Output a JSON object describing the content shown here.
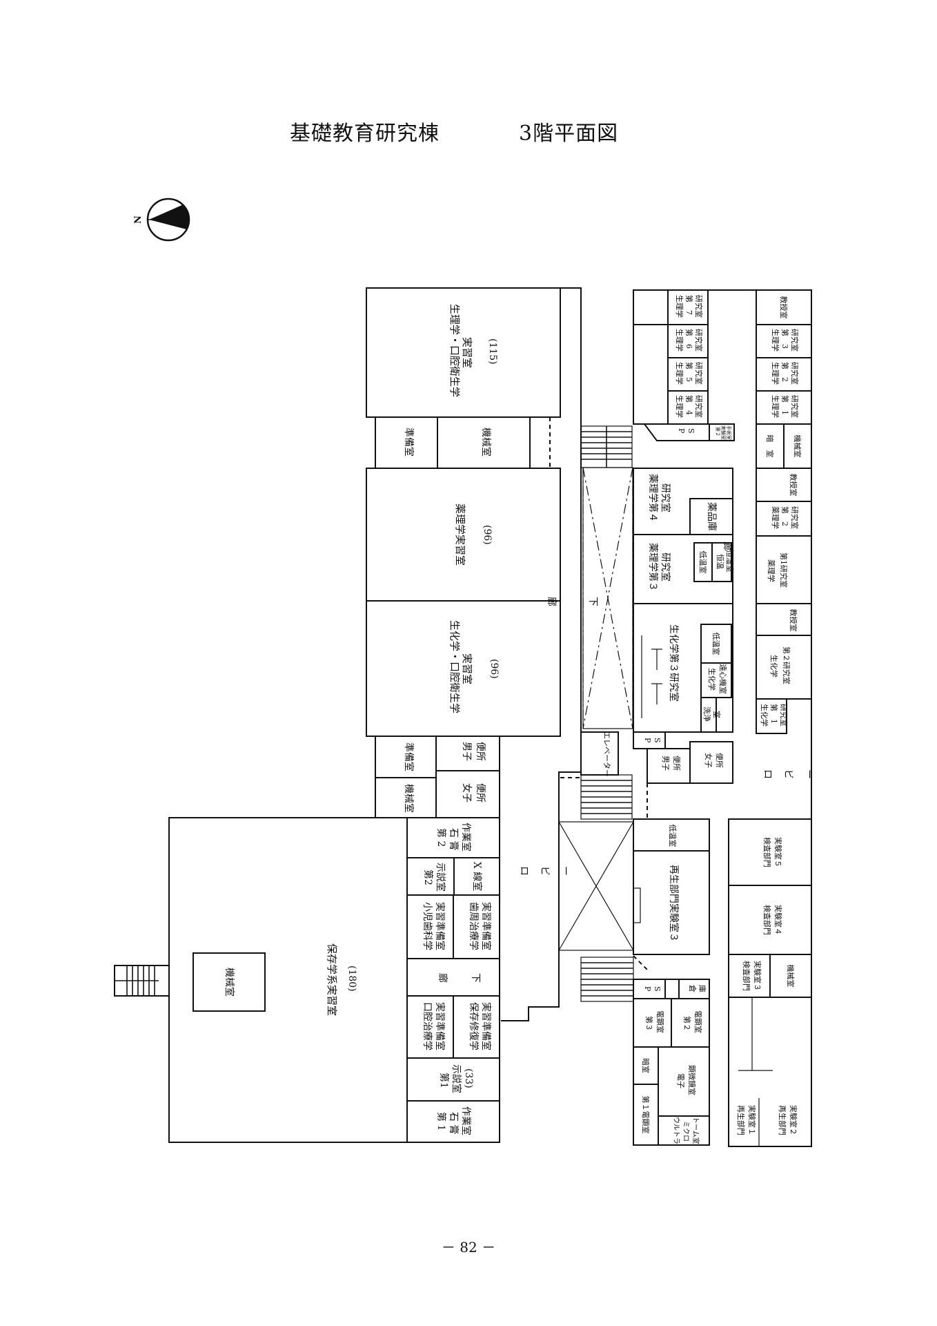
{
  "title": {
    "building": "基礎教育研究棟",
    "floor": "3階平面図"
  },
  "page_number": "－ 82 －",
  "compass": {
    "letter": "N"
  },
  "rooms": {
    "seiri_kokueisei": {
      "line1": "生理学・口腔衛生学",
      "line2": "実習室",
      "cap": "(115)"
    },
    "junbi_top": "準備室",
    "kikai_top": "機械室",
    "yakuri_jisshu": {
      "line1": "薬理学実習室",
      "cap": "(96)"
    },
    "seika_kokueisei": {
      "line1": "生化学・口腔衛生学",
      "line2": "実習室",
      "cap": "(96)"
    },
    "junbi_mid": "準備室",
    "kikai_mid": "機械室",
    "danshi_benjo_l": {
      "line1": "男子",
      "line2": "便所"
    },
    "joshi_benjo_l": {
      "line1": "女子",
      "line2": "便所"
    },
    "sekko2": {
      "line1": "第 2",
      "line2": "石 膏",
      "line3": "作業室"
    },
    "jiden2": {
      "line1": "第2",
      "line2": "示説室"
    },
    "xsen": "X 線室",
    "shoni": {
      "line1": "小児歯科学",
      "line2": "実習準備室"
    },
    "shishu": {
      "line1": "歯周治療学",
      "line2": "実習準備室"
    },
    "rouka_l": {
      "line1": "廊",
      "line2": "下"
    },
    "koku_chiryo": {
      "line1": "口腔治療学",
      "line2": "実習準備室"
    },
    "hozon_shufuku": {
      "line1": "保存修復学",
      "line2": "実習準備室"
    },
    "jiden1": {
      "line1": "第1",
      "line2": "示説室",
      "line3": "(33)"
    },
    "sekko1": {
      "line1": "第 1",
      "line2": "石 膏",
      "line3": "作業室"
    },
    "hozon_jisshu": {
      "line1": "保存学系実習室",
      "cap": "(180)"
    },
    "kikai_big": "機械室",
    "lobby_left": {
      "line1": "ロ",
      "line2": "ビ",
      "line3": "ー"
    },
    "rouka_center": {
      "line1": "廊",
      "line2": "下"
    },
    "elevator": "エレベーター",
    "seiri7": {
      "line1": "生理学",
      "line2": "第　7",
      "line3": "研究室"
    },
    "seiri6": {
      "line1": "生理学",
      "line2": "第　6",
      "line3": "研究室"
    },
    "seiri5": {
      "line1": "生理学",
      "line2": "第　5",
      "line3": "研究室"
    },
    "seiri4": {
      "line1": "生理学",
      "line2": "第　4",
      "line3": "研究室"
    },
    "ps_top": {
      "line1": "P",
      "line2": "S"
    },
    "jikken_small": {
      "line1": "第２",
      "line2": "実験室",
      "line3": "手術室"
    },
    "kyoju_seiri": "教授室",
    "seiri3": {
      "line1": "生理学",
      "line2": "第　3",
      "line3": "研究室"
    },
    "seiri2": {
      "line1": "生理学",
      "line2": "第　2",
      "line3": "研究室"
    },
    "seiri1": {
      "line1": "生理学",
      "line2": "第　1",
      "line3": "研究室"
    },
    "anshitsu_r": "暗　室",
    "kikai_r": "機械室",
    "kyoju_yakuri": "教授室",
    "yakuri2": {
      "line1": "薬理学",
      "line2": "第　2",
      "line3": "研究室"
    },
    "yakuri4": {
      "line1": "薬理学第４",
      "line2": "研究室"
    },
    "yakuhin": "薬品庫",
    "yakuri3": {
      "line1": "薬理学第３",
      "line2": "研究室"
    },
    "teion_yakuri": "低温室",
    "koon": {
      "line1": "恒温",
      "line2": "恒湿室"
    },
    "rouka_r": {
      "line1": "廊",
      "line2": "下"
    },
    "yakuri1": {
      "line1": "薬理学",
      "line2": "第1研究室"
    },
    "kyoju_seika": "教授室",
    "seika3": "生化学第３研究室",
    "teion_seika": "低温室",
    "seika_enshin": {
      "line1": "生化学",
      "line2": "遠心機室"
    },
    "senjo": {
      "line1": "洗浄",
      "line2": "室"
    },
    "seika2": {
      "line1": "生化学",
      "line2": "第２研究室"
    },
    "seika1": {
      "line1": "生化学",
      "line2": "第　1",
      "line3": "研究室"
    },
    "ps_mid": {
      "line1": "P",
      "line2": "S"
    },
    "danshi_benjo_r": {
      "line1": "男子",
      "line2": "便所"
    },
    "joshi_benjo_r": {
      "line1": "女子",
      "line2": "便所"
    },
    "lobby_right": {
      "line1": "ロ",
      "line2": "ビ",
      "line3": "ー"
    },
    "teion_saisei": "低温室",
    "saisei3": "再生部門実験室３",
    "kensa5": {
      "line1": "検査部門",
      "line2": "実験室５"
    },
    "kensa4": {
      "line1": "検査部門",
      "line2": "実験室４"
    },
    "kensa3": {
      "line1": "検査部門",
      "line2": "実験室３"
    },
    "kikai_kensa": "機械室",
    "ps_bot": {
      "line1": "P",
      "line2": "S"
    },
    "souko": {
      "line1": "倉",
      "line2": "庫"
    },
    "denken3": {
      "line1": "第３",
      "line2": "電顕室"
    },
    "denken2": {
      "line1": "第２",
      "line2": "電顕室"
    },
    "anshitsu_b": "暗室",
    "denshi_kenbi": {
      "line1": "電子",
      "line2": "顕微鏡室"
    },
    "denken1": "第１電顕室",
    "ultra": {
      "line1": "ウルトラ",
      "line2": "ミクロ",
      "line3": "トーム室"
    },
    "saisei1": {
      "line1": "再生部門",
      "line2": "実験室１"
    },
    "saisei2": {
      "line1": "再生部門",
      "line2": "実験室２"
    }
  }
}
